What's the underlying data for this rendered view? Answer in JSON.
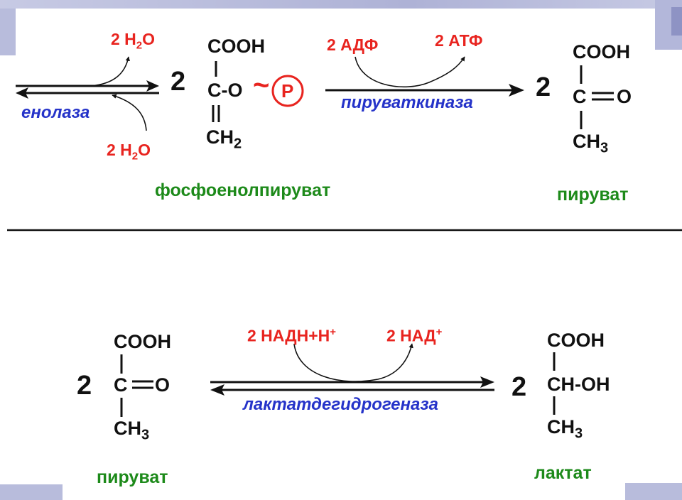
{
  "colors": {
    "reagent": "#e8241f",
    "enzyme": "#2533c9",
    "name": "#1d8a1a",
    "structure": "#111111",
    "slide_frame": "#9ea3cf"
  },
  "reaction1": {
    "enzyme_reverse": "енолаза",
    "water_top": {
      "coef": "2 H",
      "sub": "2",
      "tail": "O"
    },
    "water_bottom": {
      "coef": "2 H",
      "sub": "2",
      "tail": "O"
    },
    "pep": {
      "coef": "2",
      "cooh": "COOH",
      "c_o": "C-O",
      "tilde": "~",
      "phosphate": "P",
      "ch2_main": "CH",
      "ch2_sub": "2",
      "name": "фосфоенолпируват"
    },
    "adp": "2 АДФ",
    "atp": "2 АТФ",
    "enzyme_forward": "пируваткиназа",
    "pyruvate": {
      "coef": "2",
      "cooh": "COOH",
      "c": "C",
      "o": "O",
      "ch3_main": "CH",
      "ch3_sub": "3",
      "name": "пируват"
    }
  },
  "reaction2": {
    "pyruvate": {
      "coef": "2",
      "cooh": "COOH",
      "c": "C",
      "o": "O",
      "ch3_main": "CH",
      "ch3_sub": "3",
      "name": "пируват"
    },
    "nadh": {
      "main": "2 НАДН+Н",
      "sup": "+"
    },
    "nad": {
      "main": "2 НАД",
      "sup": "+"
    },
    "enzyme": "лактатдегидрогеназа",
    "lactate": {
      "coef": "2",
      "cooh": "COOH",
      "choh": "CH-OH",
      "ch3_main": "CH",
      "ch3_sub": "3",
      "name": "лактат"
    }
  }
}
